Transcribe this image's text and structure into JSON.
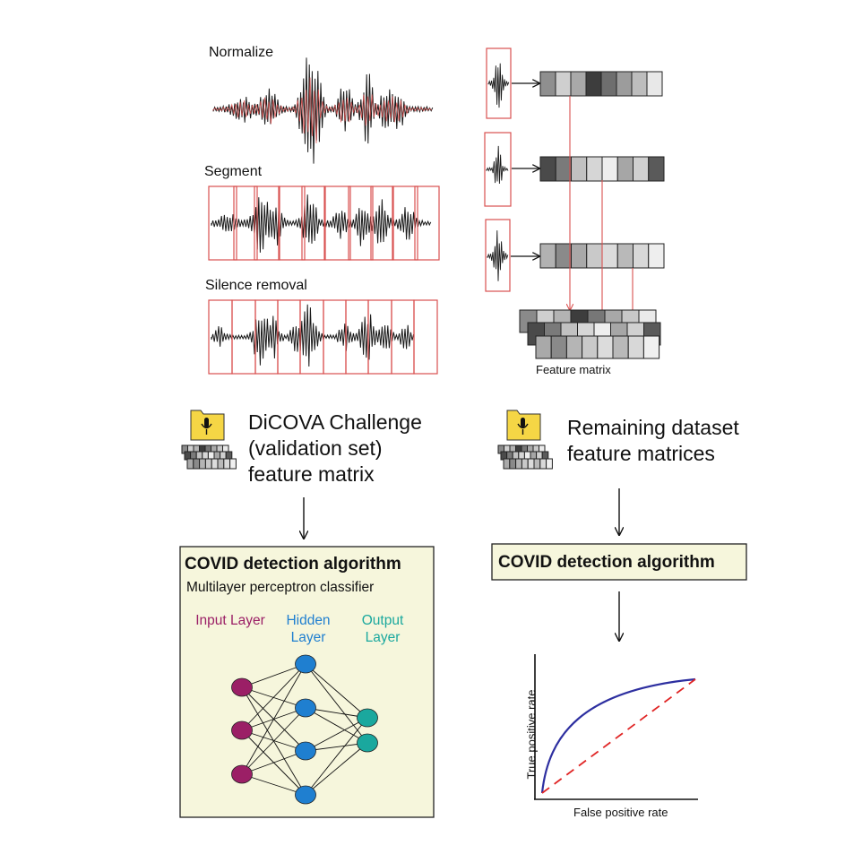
{
  "preprocessing": {
    "normalize_label": "Normalize",
    "segment_label": "Segment",
    "silence_label": "Silence removal"
  },
  "features": {
    "matrix_label": "Feature matrix"
  },
  "left_branch": {
    "dataset_text": "DiCOVA Challenge (validation set) feature matrix",
    "box_title": "COVID detection algorithm",
    "box_subtitle": "Multilayer perceptron classifier",
    "input_layer": "Input Layer",
    "hidden_layer": "Hidden Layer",
    "output_layer": "Output Layer"
  },
  "right_branch": {
    "dataset_text": "Remaining dataset feature matrices",
    "box_title": "COVID detection algorithm",
    "roc": {
      "ylabel": "True positive rate",
      "xlabel": "False positive rate"
    }
  },
  "colors": {
    "input_node": "#9b1f66",
    "hidden_node": "#1f7fd0",
    "output_node": "#1aa89e",
    "input_text": "#9b1f66",
    "hidden_text": "#1f7fd0",
    "output_text": "#1aa89e",
    "box_fill": "#f6f6dc",
    "segment_red": "#d9504f",
    "roc_curve": "#2d2fa0",
    "roc_diagonal": "#e02525",
    "folder_yellow": "#f5d645"
  },
  "icons": [
    "microphone-folder-icon",
    "feature-stack-icon"
  ]
}
